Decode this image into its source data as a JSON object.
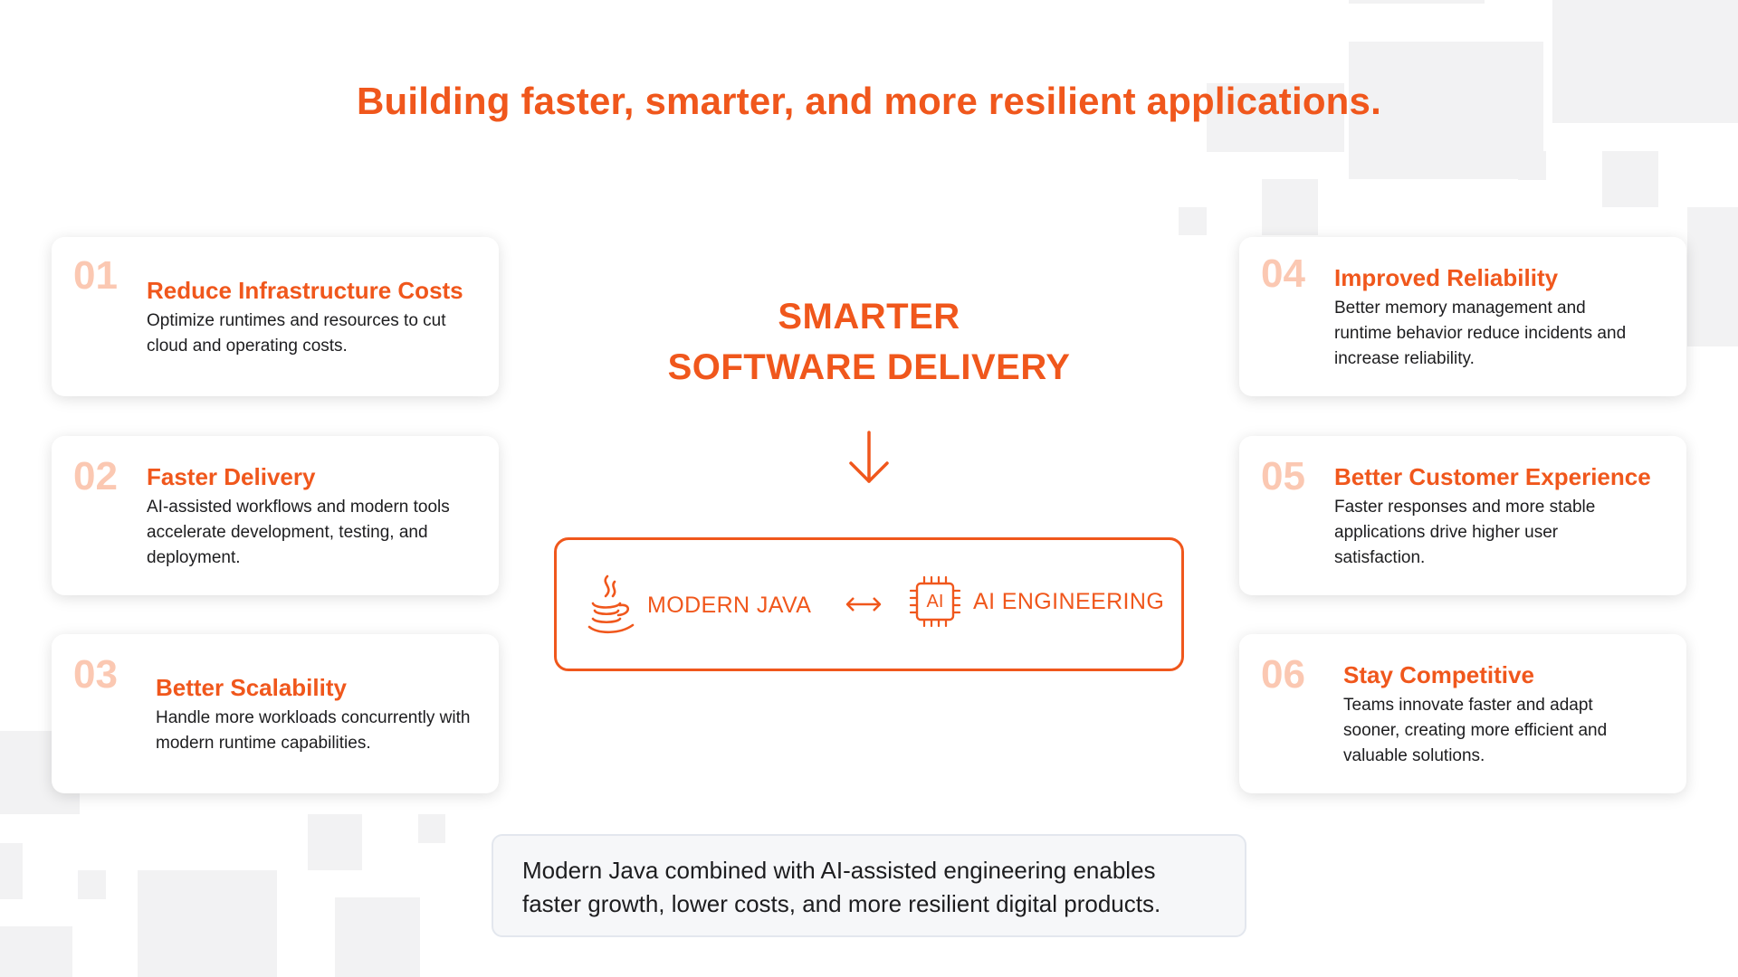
{
  "headline": "Building faster, smarter, and more resilient applications.",
  "center": {
    "title_line1": "SMARTER",
    "title_line2": "SOFTWARE DELIVERY",
    "arrow_icon": "arrow-down-icon",
    "link_icon": "bidirectional-arrow-icon",
    "left": {
      "label": "MODERN JAVA",
      "icon": "java-coffee-cup-icon"
    },
    "right": {
      "label": "AI ENGINEERING",
      "icon": "ai-chip-icon",
      "chip_text": "AI"
    }
  },
  "cards": [
    {
      "number": "01",
      "title": "Reduce Infrastructure Costs",
      "description": "Optimize runtimes and resources to cut cloud and operating costs."
    },
    {
      "number": "02",
      "title": "Faster Delivery",
      "description": "AI-assisted workflows and modern tools accelerate development, testing, and deployment."
    },
    {
      "number": "03",
      "title": "Better Scalability",
      "description": "Handle more workloads concurrently with modern runtime capabilities."
    },
    {
      "number": "04",
      "title": "Improved Reliability",
      "description": "Better memory management and runtime behavior reduce incidents and increase reliability."
    },
    {
      "number": "05",
      "title": "Better Customer Experience",
      "description": "Faster responses and more stable applications drive higher user satisfaction."
    },
    {
      "number": "06",
      "title": "Stay Competitive",
      "description": "Teams innovate faster and adapt sooner, creating more efficient and valuable solutions."
    }
  ],
  "summary": {
    "line1": "Modern Java combined with AI-assisted engineering enables",
    "line2": "faster growth, lower costs, and more resilient digital products."
  },
  "colors": {
    "accent": "#f0571c",
    "number_tint": "#fbc8b2",
    "text": "#1d1d1f",
    "background_squares": "#f2f2f3"
  }
}
